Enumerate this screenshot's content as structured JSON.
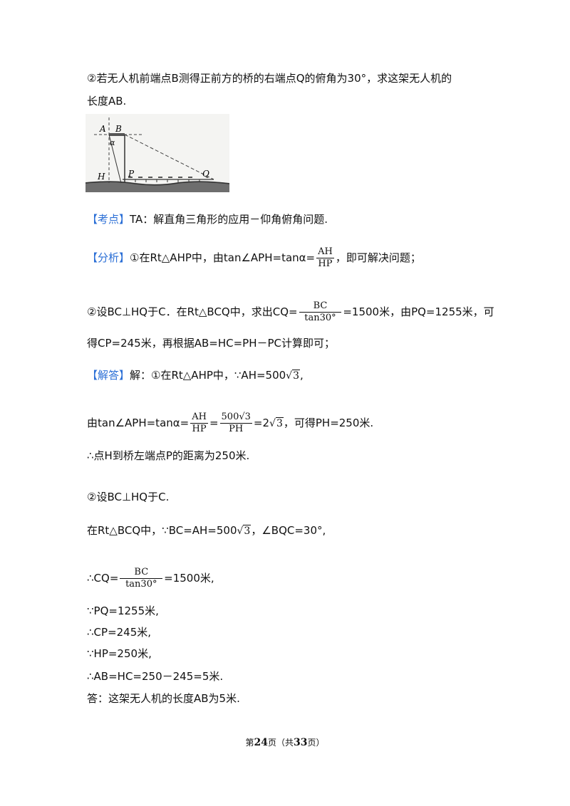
{
  "problem": {
    "line1": "②若无人机前端点B测得正前方的桥的右端点Q的俯角为30°，求这架无人机的",
    "line2": "长度AB."
  },
  "figure": {
    "labels": {
      "A": "A",
      "B": "B",
      "alpha": "α",
      "H": "H",
      "P": "P",
      "Q": "Q"
    }
  },
  "kaodian": {
    "tag": "【考点】",
    "text": "TA：解直角三角形的应用－仰角俯角问题."
  },
  "fenxi": {
    "tag": "【分析】",
    "pre": "①在Rt△AHP中，由tan∠APH=tanα=",
    "frac_num": "AH",
    "frac_den": "HP",
    "post": "，即可解决问题；"
  },
  "fenxi2": {
    "pre": "②设BC⊥HQ于C．在Rt△BCQ中，求出CQ=",
    "frac_num": "BC",
    "frac_den": "tan30°",
    "post": "=1500米，由PQ=1255米，可"
  },
  "fenxi3": "得CP=245米，再根据AB=HC=PH－PC计算即可；",
  "jieda": {
    "tag": "【解答】",
    "pre": "解：①在Rt△AHP中，∵AH=500",
    "sqrt": "3",
    "post": ","
  },
  "sol2": {
    "pre": "由tan∠APH=tanα=",
    "f1_num": "AH",
    "f1_den": "HP",
    "eq": "=",
    "f2_num": "500√3",
    "f2_den": "PH",
    "mid": "=2",
    "sqrt": "3",
    "post": "，可得PH=250米."
  },
  "sol3": "∴点H到桥左端点P的距离为250米.",
  "sol4": "②设BC⊥HQ于C.",
  "sol5": {
    "pre": "在Rt△BCQ中，∵BC=AH=500",
    "sqrt": "3",
    "post": "，∠BQC=30°,"
  },
  "sol6": {
    "pre": "∴CQ=",
    "frac_num": "BC",
    "frac_den": "tan30°",
    "post": "=1500米,"
  },
  "sol7": "∵PQ=1255米,",
  "sol8": "∴CP=245米,",
  "sol9": "∵HP=250米,",
  "sol10": "∴AB=HC=250－245=5米.",
  "sol11": "答：这架无人机的长度AB为5米.",
  "footer": {
    "pre": "第",
    "page": "24",
    "mid": "页（共",
    "total": "33",
    "post": "页）"
  }
}
